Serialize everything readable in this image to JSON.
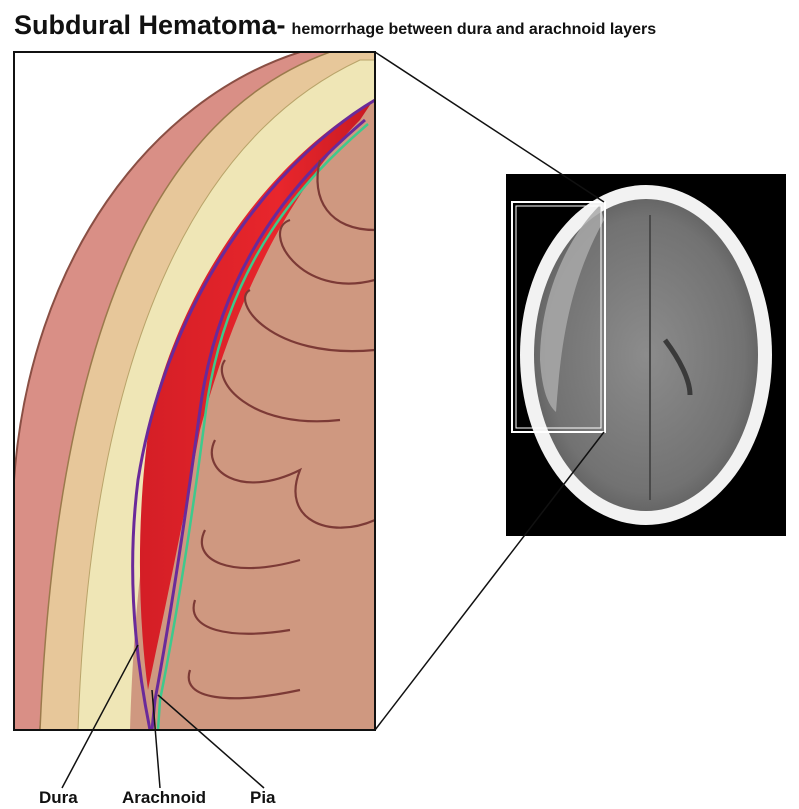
{
  "title": {
    "main": "Subdural Hematoma-",
    "subtitle": "hemorrhage between dura and arachnoid layers"
  },
  "labels": {
    "dura": "Dura",
    "arachnoid": "Arachnoid",
    "pia": "Pia"
  },
  "colors": {
    "dura": "#6a2a9a",
    "arachnoid": "#6a2a9a",
    "pia": "#3ec98c",
    "hematoma": "#e3232a",
    "scalp": "#d98f86",
    "skull": "#efe6b6",
    "brain_tissue": "#cf9880",
    "ct_background": "#000000"
  }
}
